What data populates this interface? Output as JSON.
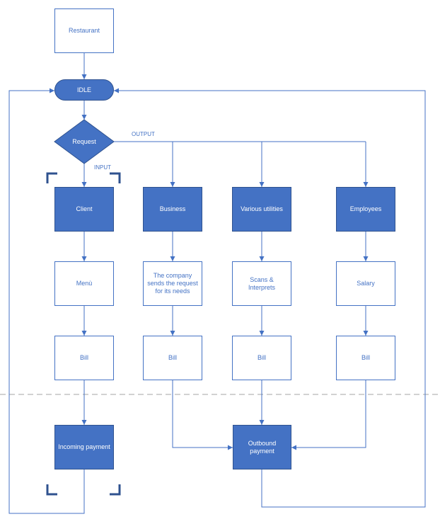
{
  "colors": {
    "accent": "#4472C4",
    "accent_dark": "#2F528F",
    "divider": "#A6A6A6",
    "background": "#FFFFFF"
  },
  "nodes": {
    "restaurant": "Restaurant",
    "idle": "IDLE",
    "request": "Request",
    "client": "Client",
    "business": "Business",
    "utilities": "Various utilities",
    "employees": "Employees",
    "menu": "Menù",
    "company_request": "The company sends the request for its needs",
    "scans": "Scans & Interprets",
    "salary": "Salary",
    "bill_client": "Bill",
    "bill_business": "Bill",
    "bill_utilities": "Bill",
    "bill_employees": "Bill",
    "incoming_payment": "Incoming payment",
    "outbound_payment": "Outbound payment"
  },
  "edge_labels": {
    "output": "OUTPUT",
    "input": "INPUT"
  }
}
